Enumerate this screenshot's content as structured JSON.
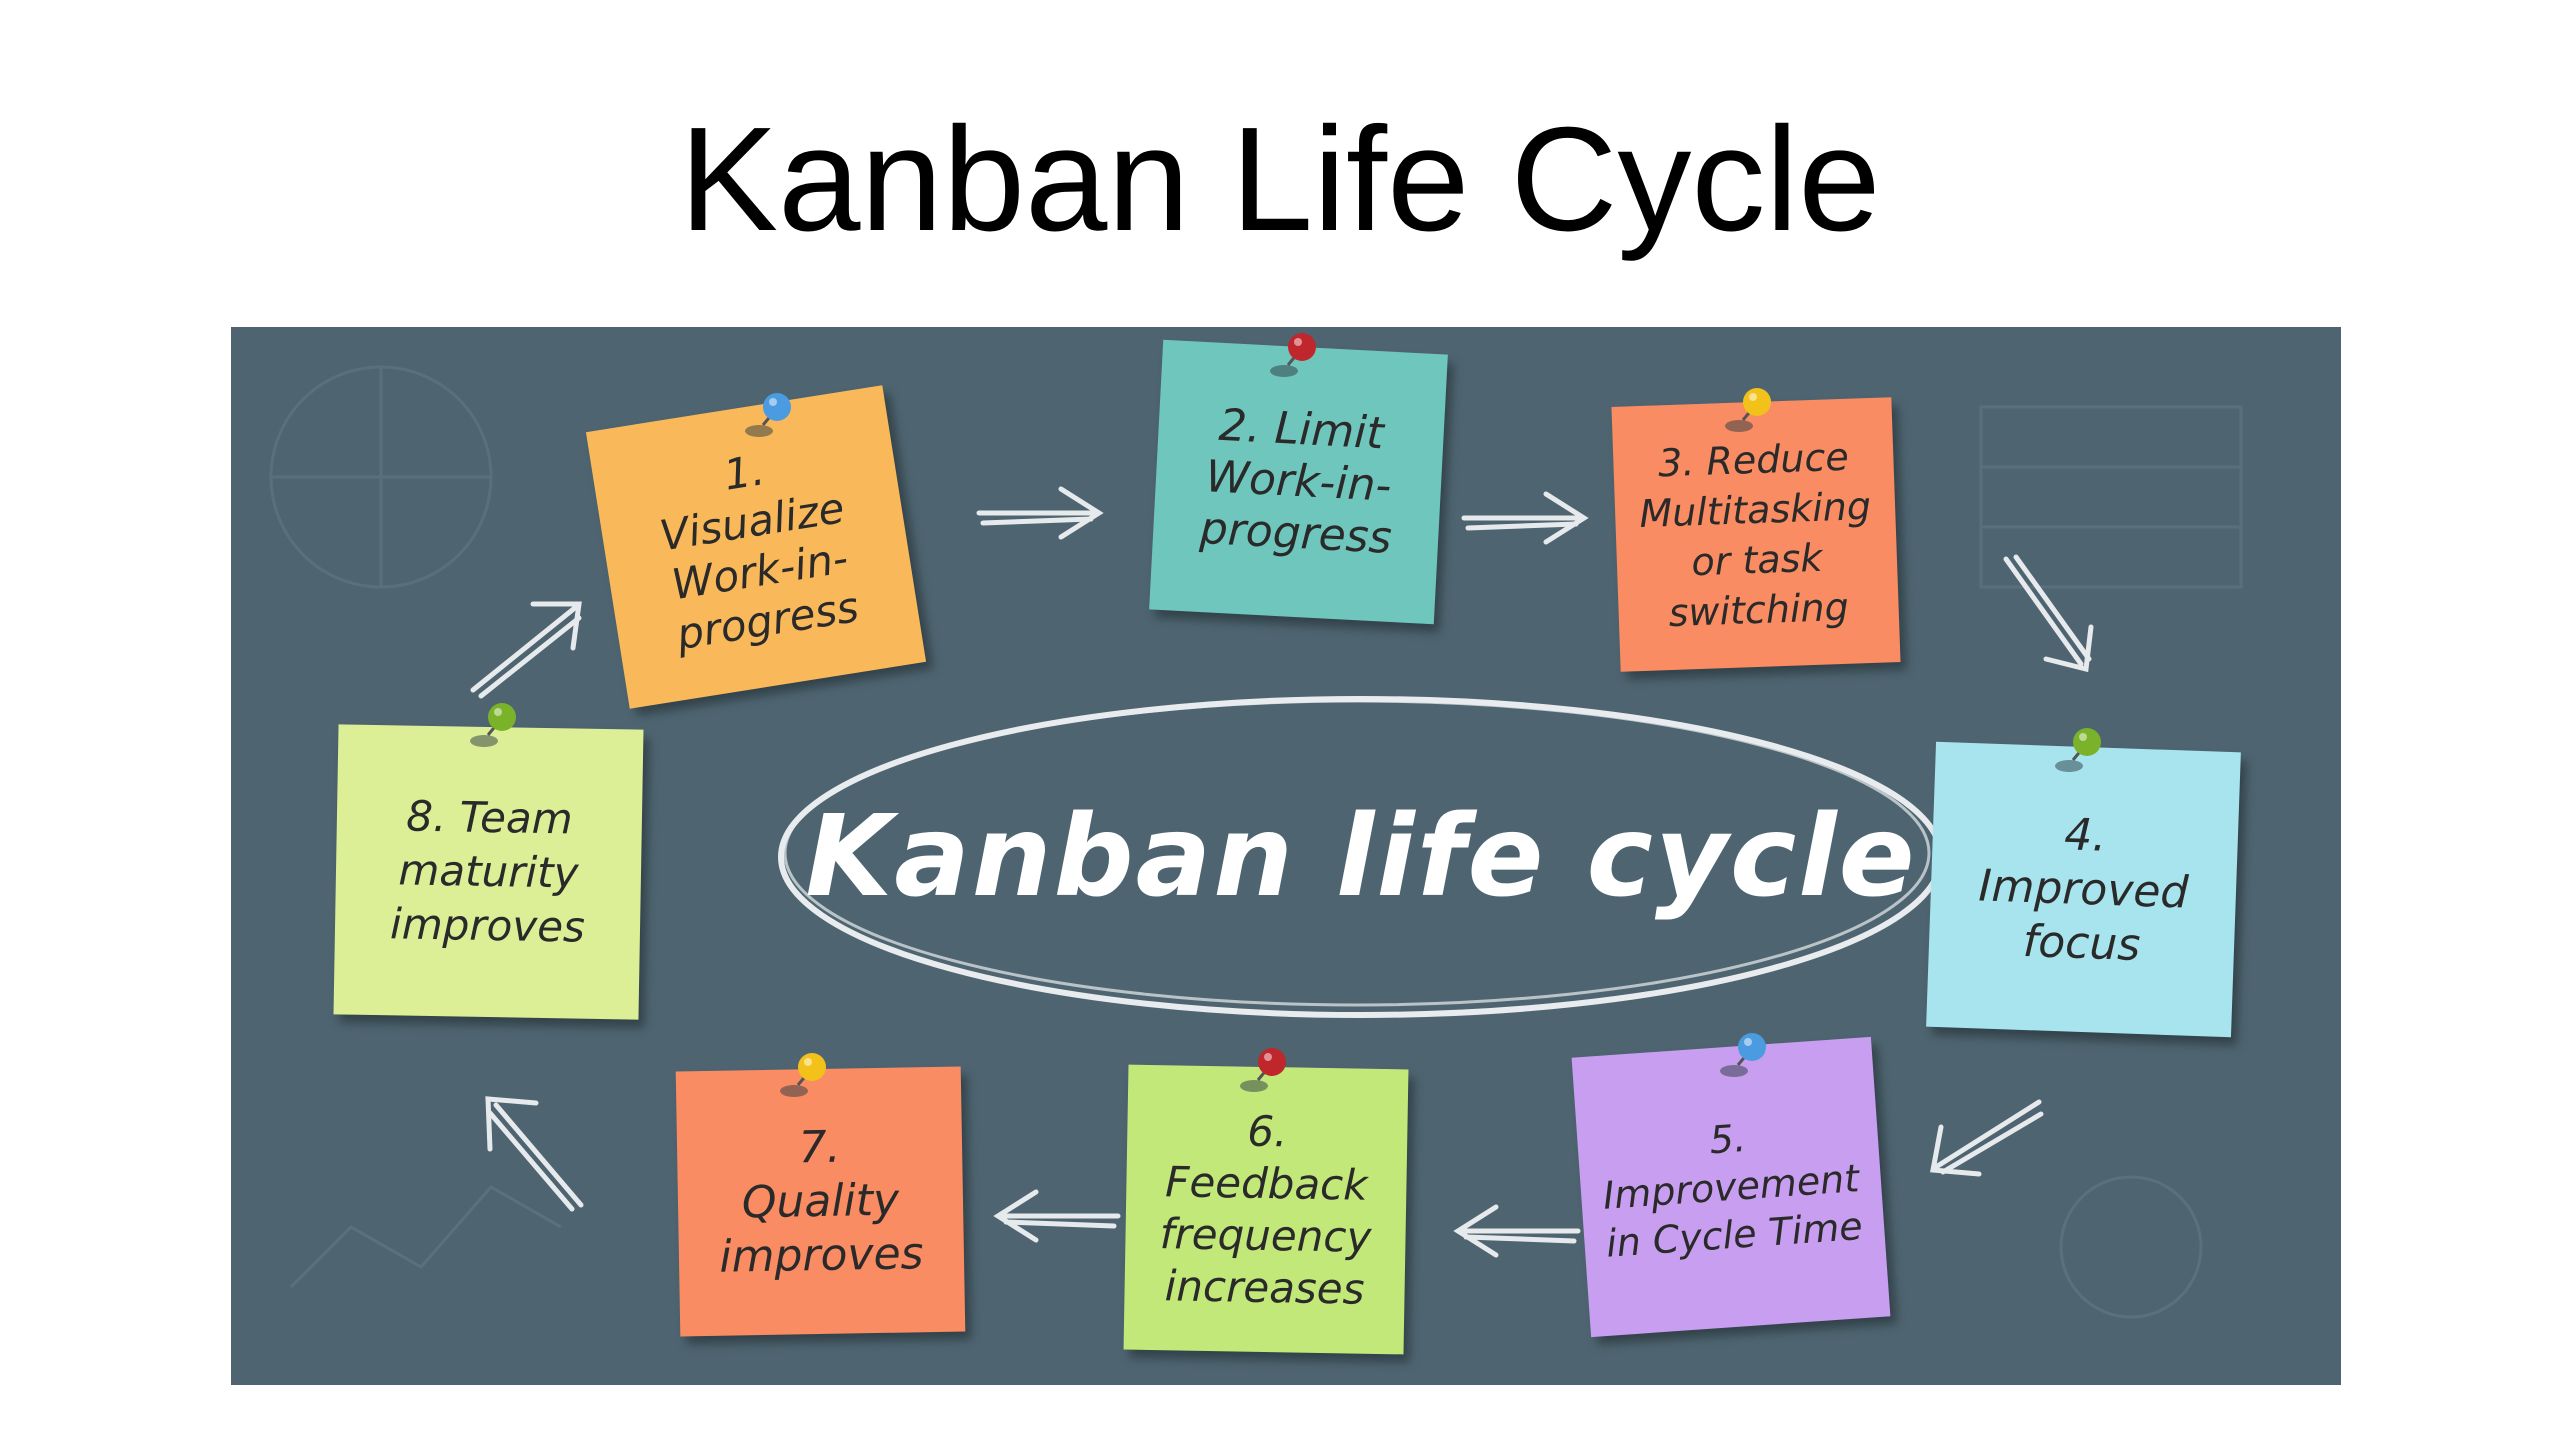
{
  "title": "Kanban Life Cycle",
  "center_label": "Kanban life cycle",
  "colors": {
    "board": "#4e6571",
    "orange": "#f9b95a",
    "teal": "#6fc6bd",
    "coral": "#f98c62",
    "light_blue": "#a7e4ee",
    "purple": "#c89ef0",
    "green": "#c3e87a",
    "pale_green": "#dcee96"
  },
  "steps": [
    {
      "label": "1.\nVisualize\nWork-in-\nprogress",
      "color": "#f9b95a",
      "pin": "#4a9be0"
    },
    {
      "label": "2. Limit\nWork-in-\nprogress",
      "color": "#6fc6bd",
      "pin": "#c0272d"
    },
    {
      "label": "3. Reduce\nMultitasking\nor task\nswitching",
      "color": "#f98c62",
      "pin": "#f2c21b"
    },
    {
      "label": "4.\nImproved\nfocus",
      "color": "#a7e4ee",
      "pin": "#7ab22a"
    },
    {
      "label": "5.\nImprovement\nin Cycle Time",
      "color": "#c89ef0",
      "pin": "#4a9be0"
    },
    {
      "label": "6.\nFeedback\nfrequency\nincreases",
      "color": "#c3e87a",
      "pin": "#c0272d"
    },
    {
      "label": "7.\nQuality\nimproves",
      "color": "#f98c62",
      "pin": "#f2c21b"
    },
    {
      "label": "8. Team\nmaturity\nimproves",
      "color": "#dcee96",
      "pin": "#7ab22a"
    }
  ]
}
